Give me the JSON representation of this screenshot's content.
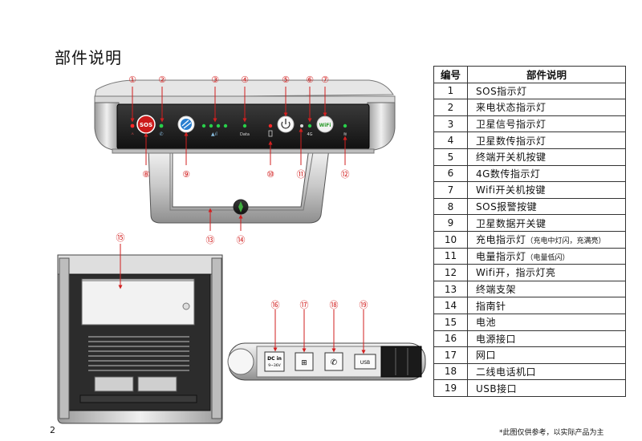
{
  "page": {
    "title": "部件说明",
    "page_number": "2",
    "footnote": "*此图仅供参考，以实际产品为主"
  },
  "device_labels": {
    "sos": "SOS",
    "data": "Data",
    "four_g": "4G",
    "wifi": "WiFi",
    "dc_in": "DC in",
    "dc_range": "9~36V",
    "usb": "USB"
  },
  "callouts": [
    "①",
    "②",
    "③",
    "④",
    "⑤",
    "⑥",
    "⑦",
    "⑧",
    "⑨",
    "⑩",
    "⑪",
    "⑫",
    "⑬",
    "⑭",
    "⑮",
    "⑯",
    "⑰",
    "⑱",
    "⑲"
  ],
  "table": {
    "headers": [
      "编号",
      "部件说明"
    ],
    "rows": [
      {
        "num": "1",
        "desc": "SOS指示灯",
        "note": ""
      },
      {
        "num": "2",
        "desc": "来电状态指示灯",
        "note": ""
      },
      {
        "num": "3",
        "desc": "卫星信号指示灯",
        "note": ""
      },
      {
        "num": "4",
        "desc": "卫星数传指示灯",
        "note": ""
      },
      {
        "num": "5",
        "desc": "终端开关机按键",
        "note": ""
      },
      {
        "num": "6",
        "desc": "4G数传指示灯",
        "note": ""
      },
      {
        "num": "7",
        "desc": "Wifi开关机按键",
        "note": ""
      },
      {
        "num": "8",
        "desc": "SOS报警按键",
        "note": ""
      },
      {
        "num": "9",
        "desc": "卫星数据开关键",
        "note": ""
      },
      {
        "num": "10",
        "desc": "充电指示灯",
        "note": "（充电中灯闪，充满亮）"
      },
      {
        "num": "11",
        "desc": "电量指示灯",
        "note": "（电量低闪）"
      },
      {
        "num": "12",
        "desc": "Wifi开，指示灯亮",
        "note": ""
      },
      {
        "num": "13",
        "desc": "终端支架",
        "note": ""
      },
      {
        "num": "14",
        "desc": "指南针",
        "note": ""
      },
      {
        "num": "15",
        "desc": "电池",
        "note": ""
      },
      {
        "num": "16",
        "desc": "电源接口",
        "note": ""
      },
      {
        "num": "17",
        "desc": "网口",
        "note": ""
      },
      {
        "num": "18",
        "desc": "二线电话机口",
        "note": ""
      },
      {
        "num": "19",
        "desc": "USB接口",
        "note": ""
      }
    ]
  }
}
